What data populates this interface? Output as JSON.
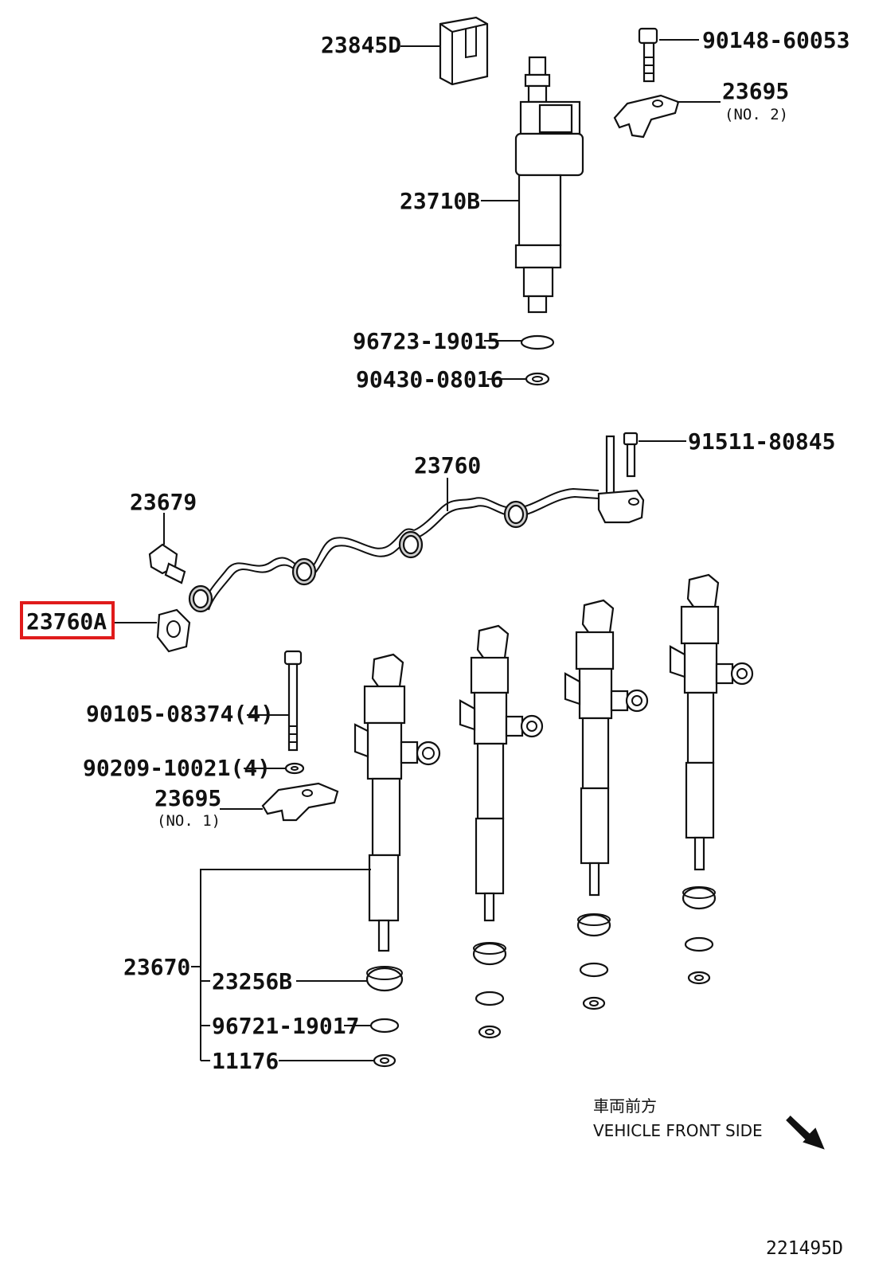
{
  "diagram": {
    "parts": {
      "p23845D": "23845D",
      "p90148": "90148-60053",
      "p23695_no2": "23695",
      "p23695_no2_sub": "(NO. 2)",
      "p23710B": "23710B",
      "p96723": "96723-19015",
      "p90430": "90430-08016",
      "p91511": "91511-80845",
      "p23760": "23760",
      "p23679": "23679",
      "p23760A": "23760A",
      "p90105": "90105-08374(4)",
      "p90209": "90209-10021(4)",
      "p23695_no1": "23695",
      "p23695_no1_sub": "(NO. 1)",
      "p23670": "23670",
      "p23256B": "23256B",
      "p96721": "96721-19017",
      "p11176": "11176"
    },
    "front_note_jp": "車両前方",
    "front_note_en": "VEHICLE FRONT SIDE",
    "diagram_code": "221495D",
    "highlight_color": "#e01b1b"
  }
}
